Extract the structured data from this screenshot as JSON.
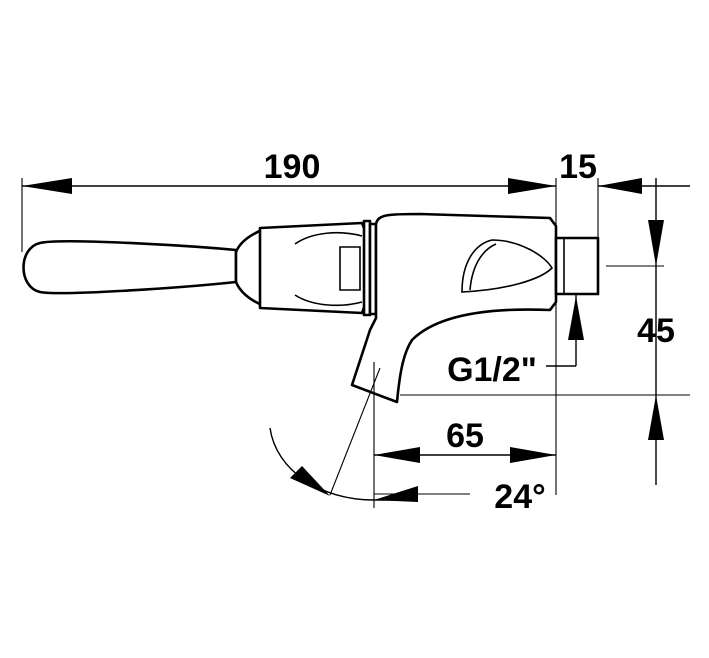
{
  "dimensions": {
    "overall_length": "190",
    "outlet_length": "15",
    "height": "45",
    "spout_offset": "65",
    "thread": "G1/2\"",
    "angle": "24°"
  }
}
